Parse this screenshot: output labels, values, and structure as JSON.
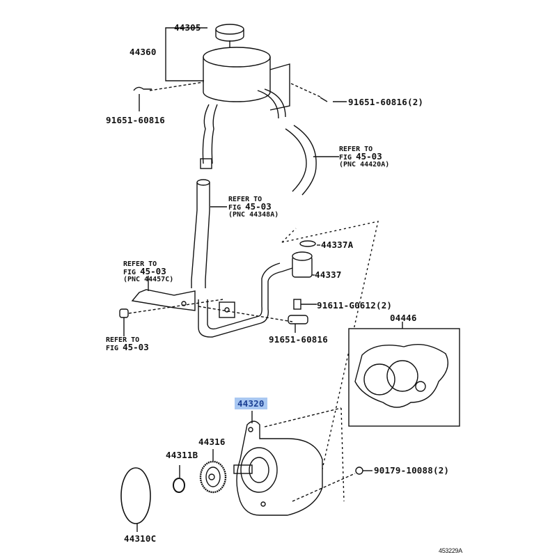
{
  "parts": {
    "p44305": "44305",
    "p44360": "44360",
    "bolt_left": "91651-60816",
    "bolt_right": "91651-60816(2)",
    "p44337A": "44337A",
    "p44337": "44337",
    "bolt_g0612": "91611-G0612(2)",
    "bolt_lower": "91651-60816",
    "p04446": "04446",
    "p44320": "44320",
    "p44316": "44316",
    "p44311B": "44311B",
    "nut": "90179-10088(2)",
    "p44310C": "44310C"
  },
  "refs": {
    "r44420A": {
      "line1": "REFER TO",
      "line2a": "FIG",
      "line2b": "45-03",
      "line3": "(PNC 44420A)"
    },
    "r44348A": {
      "line1": "REFER TO",
      "line2a": "FIG",
      "line2b": "45-03",
      "line3": "(PNC 44348A)"
    },
    "r44457C": {
      "line1": "REFER TO",
      "line2a": "FIG",
      "line2b": "45-03",
      "line3": "(PNC 44457C)"
    },
    "rbottom": {
      "line1": "REFER TO",
      "line2a": "FIG",
      "line2b": "45-03"
    }
  },
  "selected_part": "44320",
  "highlight_color": "#a9c8f2",
  "figure_code": "453229A"
}
